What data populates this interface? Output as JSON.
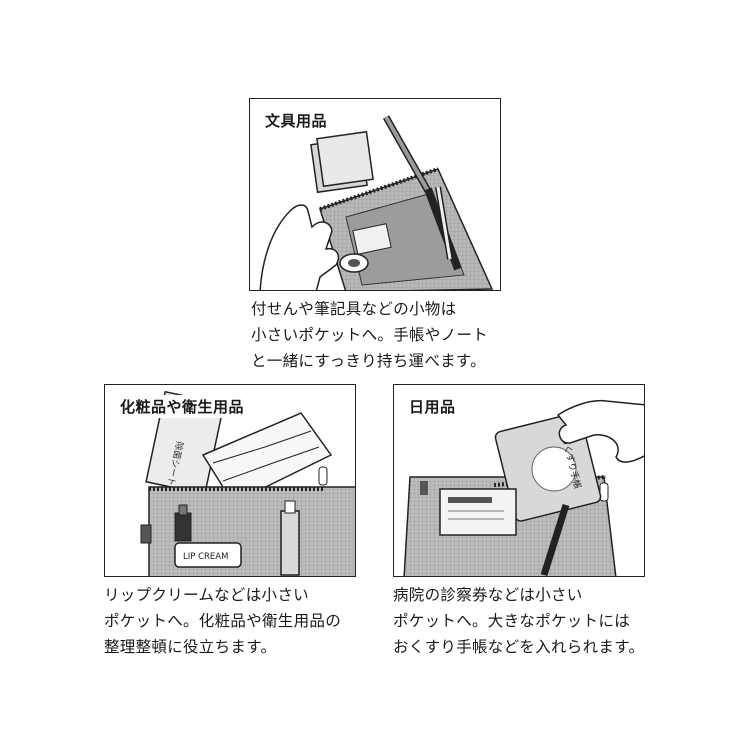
{
  "panels": [
    {
      "label": "文具用品",
      "caption": "付せんや筆記具などの小物は\n小さいポケットへ。手帳やノート\nと一緒にすっきり持ち運べます。"
    },
    {
      "label": "化粧品や衛生用品",
      "caption": "リップクリームなどは小さい\nポケットへ。化粧品や衛生用品の\n整理整頓に役立ちます。",
      "item_labels": {
        "lip": "LIP CREAM",
        "sheet": "除菌シート"
      }
    },
    {
      "label": "日用品",
      "caption": "病院の診察券などは小さい\nポケットへ。大きなポケットには\nおくすり手帳などを入れられます。",
      "item_labels": {
        "book": "おくすり手帳"
      }
    }
  ]
}
